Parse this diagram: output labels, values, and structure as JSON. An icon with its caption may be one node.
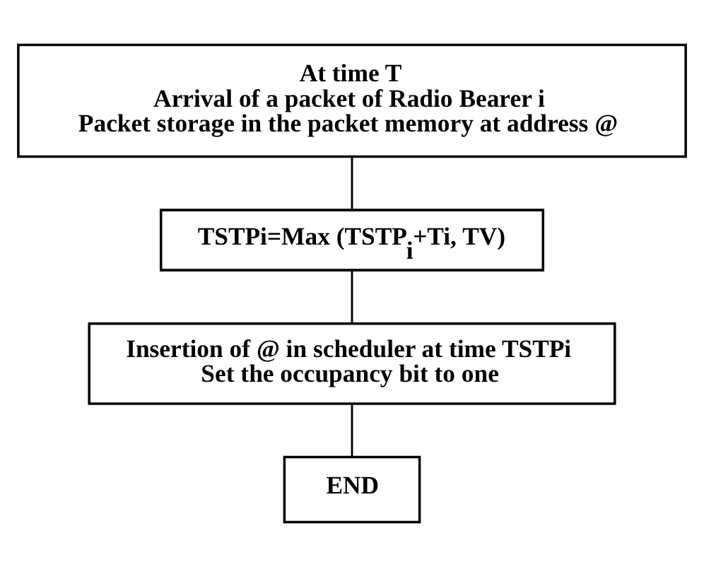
{
  "diagram": {
    "nodes": [
      {
        "text": [
          "At time T",
          "Arrival of a packet of Radio Bearer i",
          "Packet storage in the packet memory at address @"
        ]
      },
      {
        "text": [
          "TSTPi=Max (TSTP$_{i}$+Ti, TV)"
        ]
      },
      {
        "text": [
          "Insertion of @ in scheduler at time TSTPi",
          "Set the occupancy bit to one"
        ]
      },
      {
        "text": [
          "END"
        ]
      }
    ],
    "edges": [
      {
        "from": 0,
        "to": 1,
        "arrow": "none"
      },
      {
        "from": 1,
        "to": 2,
        "arrow": "none"
      },
      {
        "from": 2,
        "to": 3,
        "arrow": "none"
      }
    ]
  }
}
